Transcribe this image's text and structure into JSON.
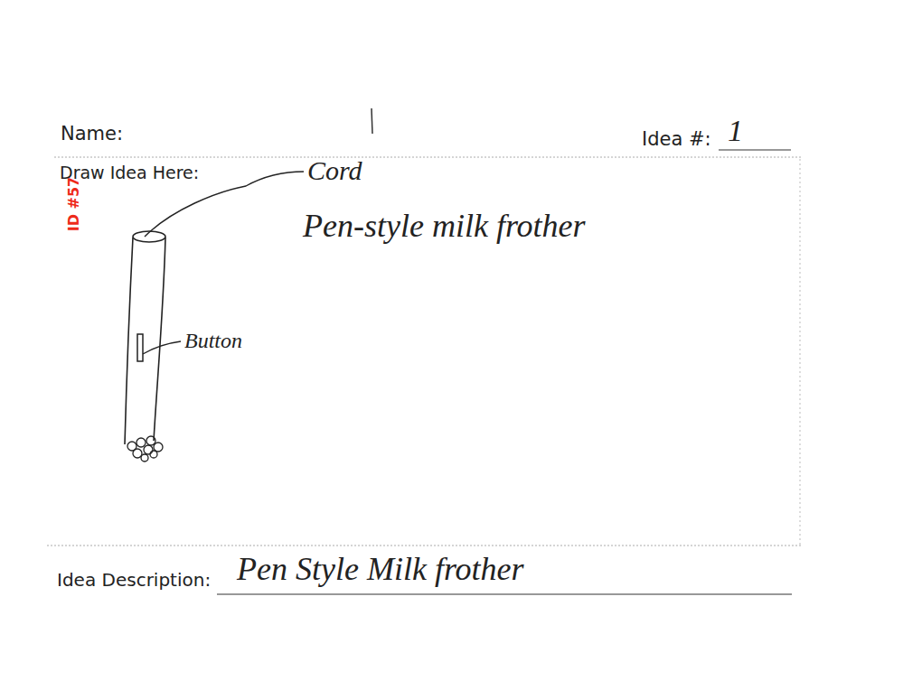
{
  "diagram": {
    "labels": [
      "Name:",
      "Idea #:",
      "1",
      "Draw Idea Here:",
      "ID #57",
      "Cord",
      "Pen-style milk frother",
      "Button",
      "Idea Description:",
      "Pen Style Milk frother"
    ]
  }
}
